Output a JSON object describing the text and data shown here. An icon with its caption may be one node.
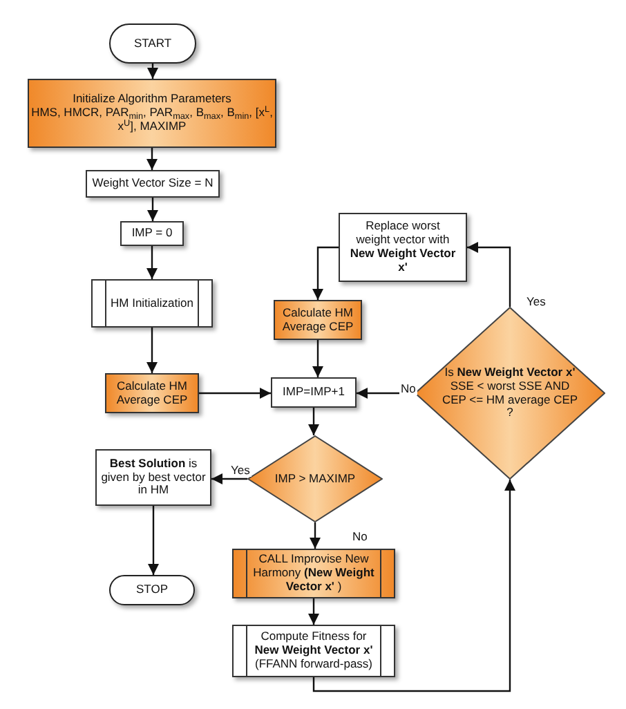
{
  "diagram": {
    "nodes": [
      {
        "text": [
          "START"
        ]
      },
      {
        "text": [
          "Initialize Algorithm Parameters",
          "HMS, HMCR, PAR$_{min}$, PAR$_{max}$, B$_{max}$, B$_{min}$, [x$^{L}$, x$^{U}$], MAXIMP"
        ]
      },
      {
        "text": [
          "Weight Vector Size = N"
        ]
      },
      {
        "text": [
          "IMP = 0"
        ]
      },
      {
        "text": [
          "Replace worst weight vector with **New Weight Vector x'**"
        ]
      },
      {
        "text": [
          "HM Initialization"
        ]
      },
      {
        "text": [
          "Calculate HM Average CEP"
        ]
      },
      {
        "text": [
          "Calculate HM Average CEP"
        ]
      },
      {
        "text": [
          "IMP=IMP+1"
        ]
      },
      {
        "text": [
          "Is **New Weight Vector x'** SSE < worst SSE AND CEP <= HM average CEP ?"
        ]
      },
      {
        "text": [
          "IMP > MAXIMP"
        ]
      },
      {
        "text": [
          "**Best Solution** is given by best vector in HM"
        ]
      },
      {
        "text": [
          "CALL Improvise New Harmony **(New Weight Vector x'** )"
        ]
      },
      {
        "text": [
          "STOP"
        ]
      },
      {
        "text": [
          "Compute Fitness for **New Weight Vector x'** (FFANN forward-pass)"
        ]
      }
    ],
    "edges": [
      {
        "from": 0,
        "to": 1,
        "arrow": "to"
      },
      {
        "from": 1,
        "to": 2,
        "arrow": "to"
      },
      {
        "from": 2,
        "to": 3,
        "arrow": "to"
      },
      {
        "from": 3,
        "to": 5,
        "arrow": "to"
      },
      {
        "from": 5,
        "to": 7,
        "arrow": "to"
      },
      {
        "from": 7,
        "to": 8,
        "arrow": "to"
      },
      {
        "from": 8,
        "to": 10,
        "arrow": "to"
      },
      {
        "from": 10,
        "to": 11,
        "arrow": "to",
        "label": "Yes"
      },
      {
        "from": 11,
        "to": 13,
        "arrow": "to"
      },
      {
        "from": 10,
        "to": 12,
        "arrow": "to",
        "label": "No"
      },
      {
        "from": 12,
        "to": 14,
        "arrow": "to"
      },
      {
        "from": 14,
        "to": 9,
        "arrow": "to"
      },
      {
        "from": 9,
        "to": 4,
        "arrow": "to",
        "label": "Yes"
      },
      {
        "from": 4,
        "to": 6,
        "arrow": "to"
      },
      {
        "from": 6,
        "to": 8,
        "arrow": "to"
      },
      {
        "from": 9,
        "to": 8,
        "arrow": "to",
        "label": "No"
      }
    ]
  }
}
